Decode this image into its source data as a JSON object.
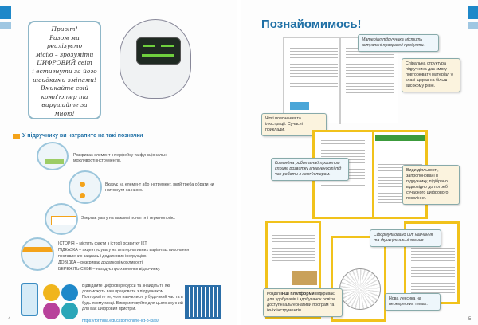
{
  "left_page": {
    "speech_bubble": [
      "Привіт!",
      "Разом ми реалізуємо",
      "місію – зрозуміти",
      "ЦИФРОВИЙ світ",
      "і встигнути за його",
      "швидкими змінами!",
      "Вмикайте свій",
      "комп'ютер та",
      "вирушайте за мною!"
    ],
    "section_title": "У підручнику ви натрапите на такі позначки",
    "markers": [
      "Розкриває елемент інтерфейсу та функціональні можливості інструментів.",
      "Вказує на елемент або інструмент, який треба обрати чи натиснути на нього.",
      "Звертає увагу на важливі поняття і термінологію."
    ],
    "labels": [
      "ІСТОРІЯ – містить факти з історії розвитку ІКТ.",
      "ПІДКАЗКА – акцентує увагу на альтернативних варіантах виконання поставлених завдань і додаткових інструкціях.",
      "ДОВІДКА – розкриває додаткові можливості.",
      "БЕРЕЖІТЬ СЕБЕ – нагадує про хвилинки відпочинку."
    ],
    "digital_text": "Відвідайте цифрові ресурси та знайдіть ті, які допоможуть вам працювати з підручником. Повторюйте те, чого навчилися, у будь-який час та в будь-якому місці. Використовуйте для цього зручний для вас цифровий пристрій.",
    "url": "https://formula.education/online-ict-8-klas/",
    "page_number": "4"
  },
  "right_page": {
    "title": "Познайомимось!",
    "callouts": {
      "software": "Матеріал підручника містить актуальні програмні продукти.",
      "spiral": "Спіральна структура підручника дає змогу повторювати матеріал у класі щораз на більш високому рівні.",
      "clear": "Чіткі пояснення та ілюстрації. Сучасні приклади.",
      "team": "Командна робота над проєктом сприяє розвитку впевненості під час роботи з комп'ютером.",
      "activities": "Види діяльності, запропоновані в підручнику, підібрано відповідно до потреб сучасного цифрового покоління.",
      "goals": "Сформульовано цілі навчання та функціональні знання.",
      "platforms_pre": "Розділ ",
      "platforms_bold": "Інші платформи",
      "platforms_post": " відкриває для здобувачів і здобувачок освіти доступні альтернативи програм та їхніх інструментів.",
      "vocab": "Нова лексика на перехресних темах."
    },
    "page_number": "5"
  },
  "colors": {
    "accent": "#1e6fa5",
    "tab": "#1e88c9",
    "highlight": "#f1c21b",
    "orange": "#f4a31a"
  }
}
